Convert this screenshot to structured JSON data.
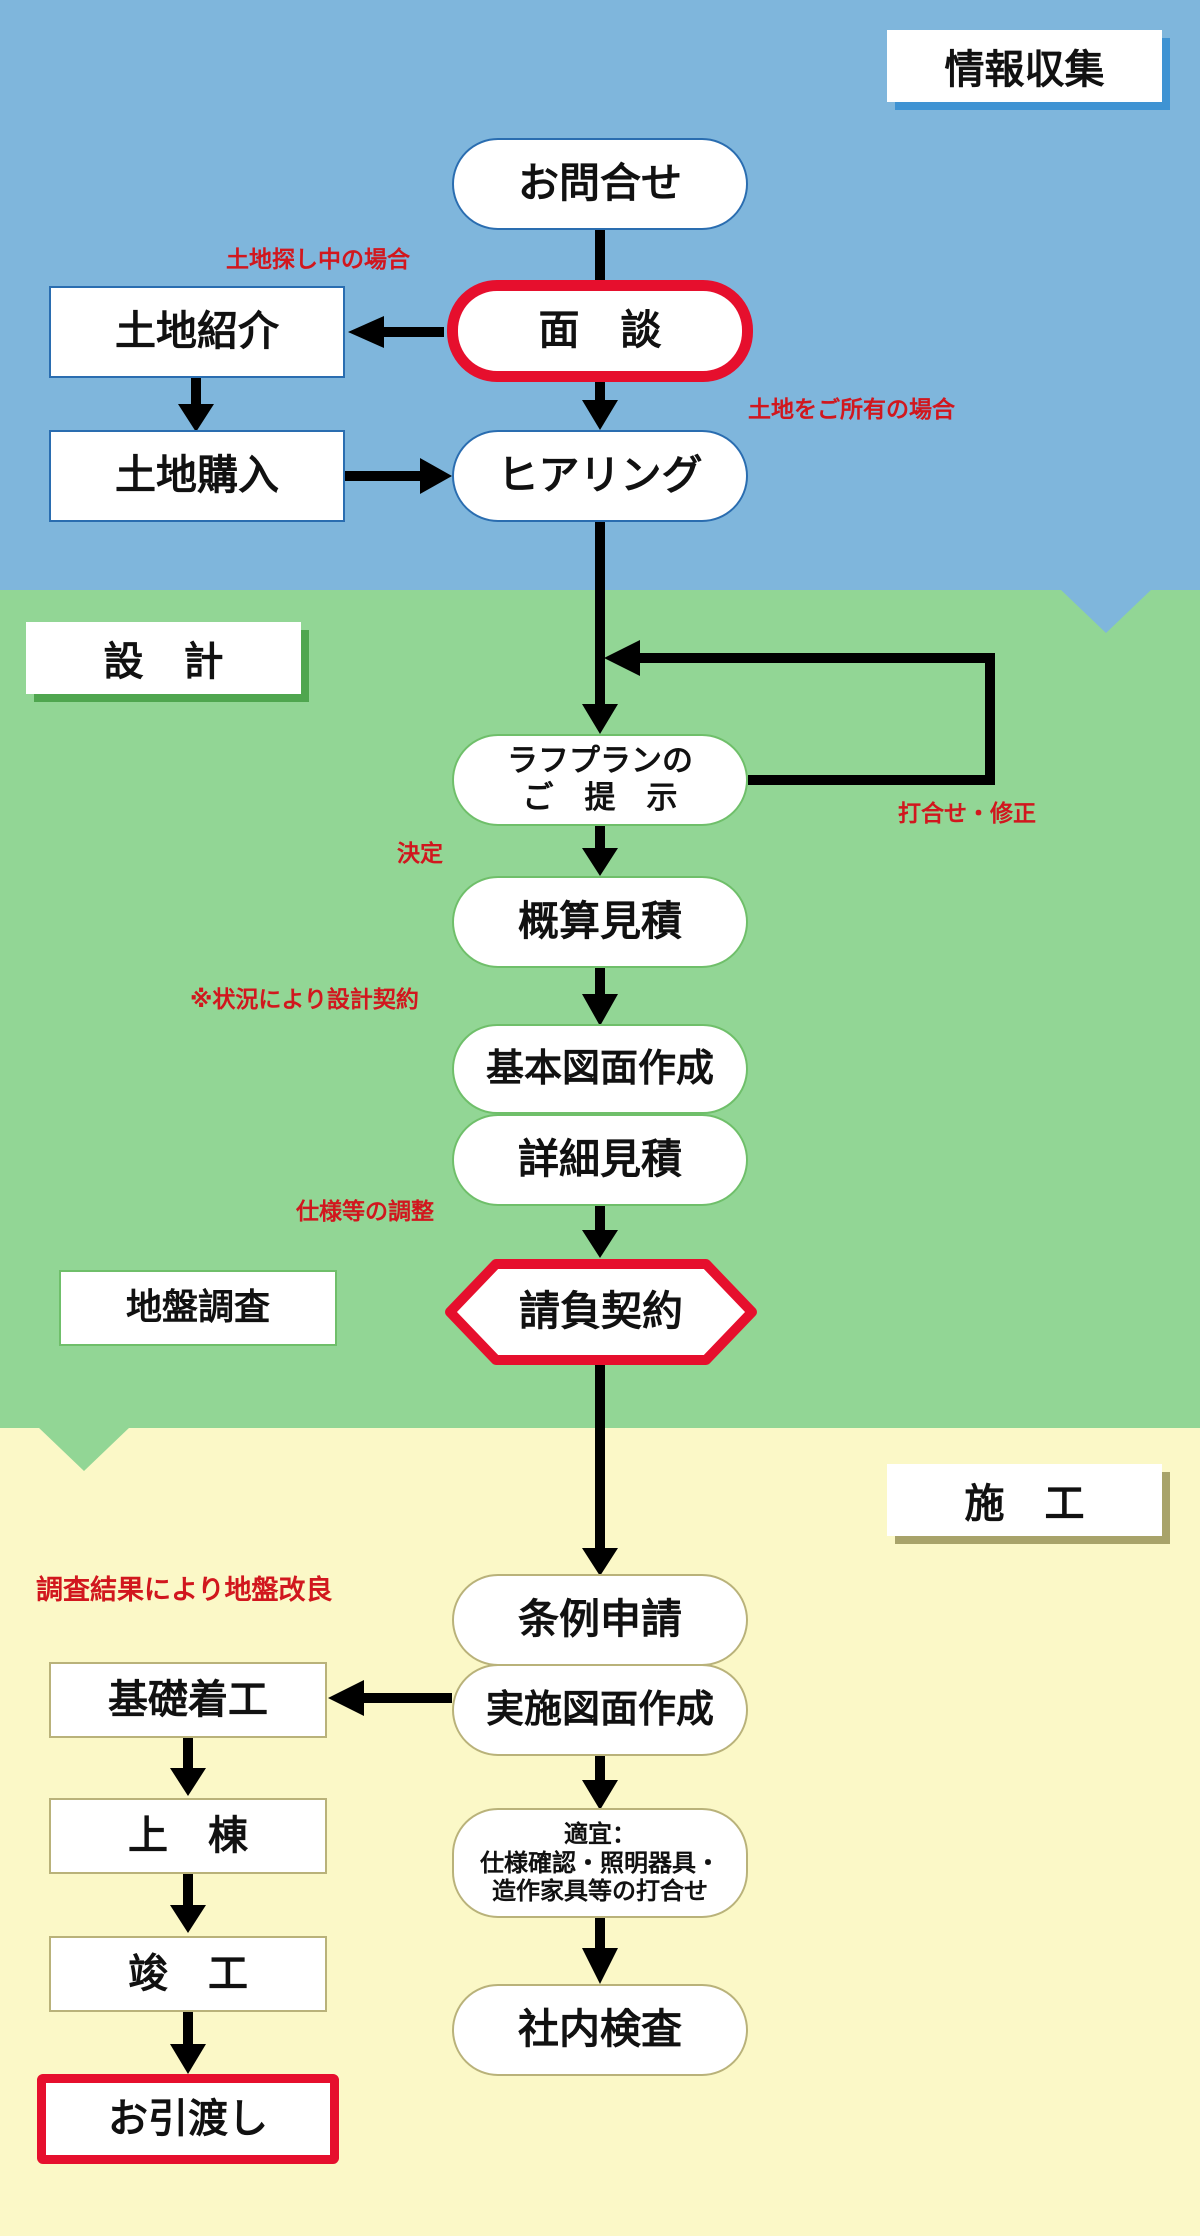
{
  "colors": {
    "info_bg": "#7fb6dc",
    "design_bg": "#92d695",
    "construction_bg": "#fbf8c7",
    "accent_red": "#e60f2d",
    "note_red": "#d1171e"
  },
  "phases": {
    "info": "情報収集",
    "design": "設　計",
    "construction": "施　工"
  },
  "nodes": {
    "inquiry": "お問合せ",
    "interview": "面　談",
    "land_intro": "土地紹介",
    "land_purchase": "土地購入",
    "hearing": "ヒアリング",
    "rough_plan": "ラフプランの\nご　提　示",
    "estimate": "概算見積",
    "basic_drawing": "基本図面作成",
    "detail_estimate": "詳細見積",
    "ground_survey": "地盤調査",
    "contract": "請負契約",
    "ordinance": "条例申請",
    "exec_drawing": "実施図面作成",
    "meeting": "適宜：\n仕様確認・照明器具・\n造作家具等の打合せ",
    "inspection": "社内検査",
    "foundation": "基礎着工",
    "framing": "上　棟",
    "completion": "竣　工",
    "handover": "お引渡し"
  },
  "notes": {
    "searching_land": "土地探し中の場合",
    "own_land": "土地をご所有の場合",
    "revise": "打合せ・修正",
    "decision": "決定",
    "design_contract": "※状況により設計契約",
    "spec_adjust": "仕様等の調整",
    "ground_improve": "調査結果により地盤改良"
  }
}
